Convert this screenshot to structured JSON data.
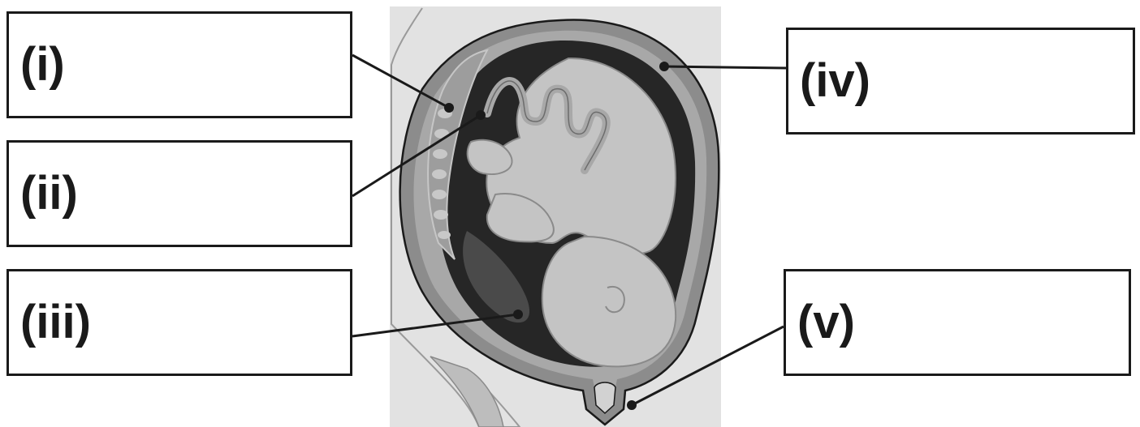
{
  "labels": {
    "i": "(i)",
    "ii": "(ii)",
    "iii": "(iii)",
    "iv": "(iv)",
    "v": "(v)"
  },
  "colors": {
    "background_panel": "#e2e2e2",
    "uterus_wall": "#8c8c8c",
    "amniotic_cavity": "#262626",
    "fetus": "#c4c4c4",
    "outline": "#1a1a1a"
  }
}
